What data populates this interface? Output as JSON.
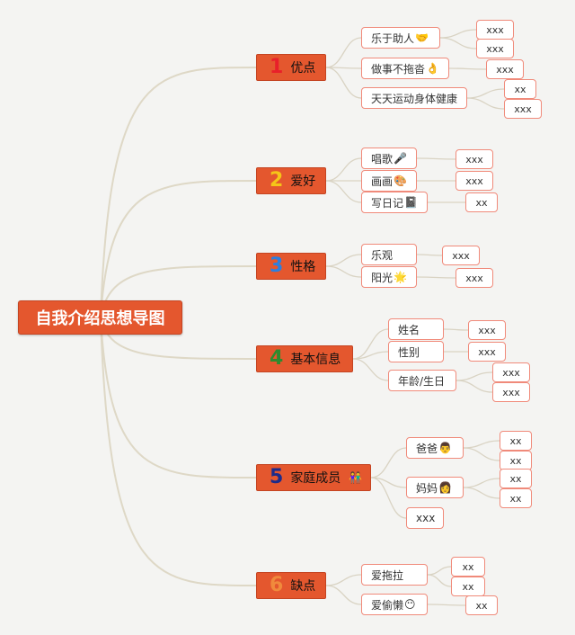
{
  "root": "自我介绍思想导图",
  "colors": {
    "branch_fill": "#e4572e",
    "leaf_border": "#f08a7a",
    "connector": "#ded8c6"
  },
  "branches": [
    {
      "num": "1",
      "num_color": "#e8202a",
      "label": "优点",
      "children": [
        {
          "label": "乐于助人",
          "emoji": "🤝",
          "values": [
            "xxx",
            "xxx"
          ]
        },
        {
          "label": "做事不拖沓",
          "emoji": "👌",
          "values": [
            "xxx"
          ]
        },
        {
          "label": "天天运动身体健康",
          "emoji": "",
          "values": [
            "xx",
            "xxx"
          ]
        }
      ]
    },
    {
      "num": "2",
      "num_color": "#f5c518",
      "label": "爱好",
      "children": [
        {
          "label": "唱歌",
          "emoji": "🎤",
          "values": [
            "xxx"
          ]
        },
        {
          "label": "画画",
          "emoji": "🎨",
          "values": [
            "xxx"
          ]
        },
        {
          "label": "写日记",
          "emoji": "📓",
          "values": [
            "xx"
          ]
        }
      ]
    },
    {
      "num": "3",
      "num_color": "#2b7fe0",
      "label": "性格",
      "children": [
        {
          "label": "乐观",
          "emoji": "",
          "values": [
            "xxx"
          ]
        },
        {
          "label": "阳光",
          "emoji": "🌟",
          "values": [
            "xxx"
          ]
        }
      ]
    },
    {
      "num": "4",
      "num_color": "#2e8b2e",
      "label": "基本信息",
      "children": [
        {
          "label": "姓名",
          "emoji": "",
          "values": [
            "xxx"
          ]
        },
        {
          "label": "性别",
          "emoji": "",
          "values": [
            "xxx"
          ]
        },
        {
          "label": "年龄/生日",
          "emoji": "",
          "values": [
            "xxx",
            "xxx"
          ]
        }
      ]
    },
    {
      "num": "5",
      "num_color": "#1d2b8a",
      "label": "家庭成员",
      "emoji": "👫",
      "children": [
        {
          "label": "爸爸",
          "emoji": "👨",
          "values": [
            "xx",
            "xx"
          ]
        },
        {
          "label": "妈妈",
          "emoji": "👩",
          "values": [
            "xx",
            "xx"
          ]
        },
        {
          "label": "xxx",
          "emoji": "",
          "values": []
        }
      ]
    },
    {
      "num": "6",
      "num_color": "#f08a3c",
      "label": "缺点",
      "children": [
        {
          "label": "爱拖拉",
          "emoji": "",
          "values": [
            "xx",
            "xx"
          ]
        },
        {
          "label": "爱偷懒",
          "emoji": "😶",
          "values": [
            "xx"
          ]
        }
      ]
    }
  ]
}
